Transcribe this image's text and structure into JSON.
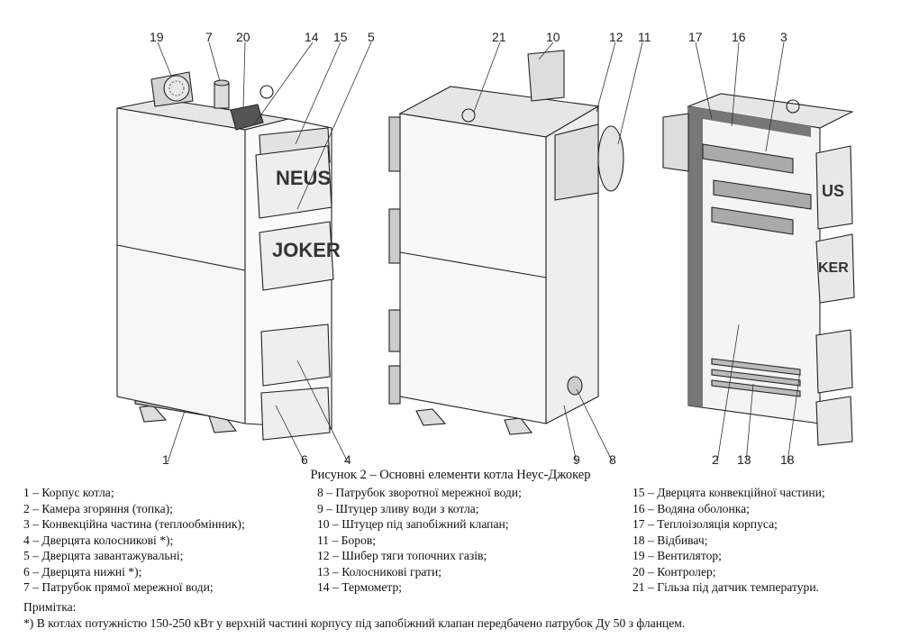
{
  "callouts": [
    {
      "n": "19"
    },
    {
      "n": "7"
    },
    {
      "n": "20"
    },
    {
      "n": "14"
    },
    {
      "n": "15"
    },
    {
      "n": "5"
    },
    {
      "n": "21"
    },
    {
      "n": "10"
    },
    {
      "n": "12"
    },
    {
      "n": "11"
    },
    {
      "n": "17"
    },
    {
      "n": "16"
    },
    {
      "n": "3"
    },
    {
      "n": "1"
    },
    {
      "n": "6"
    },
    {
      "n": "4"
    },
    {
      "n": "9"
    },
    {
      "n": "8"
    },
    {
      "n": "2"
    },
    {
      "n": "13"
    },
    {
      "n": "18"
    }
  ],
  "brand": {
    "neus": "NEUS",
    "joker": "JOKER",
    "neus_cut": "US",
    "joker_cut": "KER"
  },
  "caption": "Рисунок 2 – Основні елементи котла Неус-Джокер",
  "legend_col1": [
    "1 – Корпус котла;",
    "2 – Камера згоряння (топка);",
    "3 – Конвекційна частина (теплообмінник);",
    "4 – Дверцята колосникові *);",
    "5 – Дверцята завантажувальні;",
    "6 – Дверцята нижні *);",
    "7 – Патрубок прямої мережної води;"
  ],
  "legend_col2": [
    "8 – Патрубок зворотної мережної води;",
    "9 – Штуцер зливу води з котла;",
    "10 – Штуцер під запобіжний клапан;",
    "11 – Боров;",
    "12 – Шибер тяги топочних газів;",
    "13 – Колосникові грати;",
    "14 – Термометр;"
  ],
  "legend_col3": [
    "15 – Дверцята конвекційної частини;",
    "16 – Водяна оболонка;",
    "17 – Теплоізоляція корпуса;",
    "18 – Відбивач;",
    "19 – Вентилятор;",
    "20 – Контролер;",
    "21 – Гільза під датчик температури."
  ],
  "note_title": "Примітка:",
  "note_text": "*) В котлах потужністю 150-250 кВт у верхній частині корпусу під запобіжний клапан передбачено патрубок Ду 50 з фланцем."
}
